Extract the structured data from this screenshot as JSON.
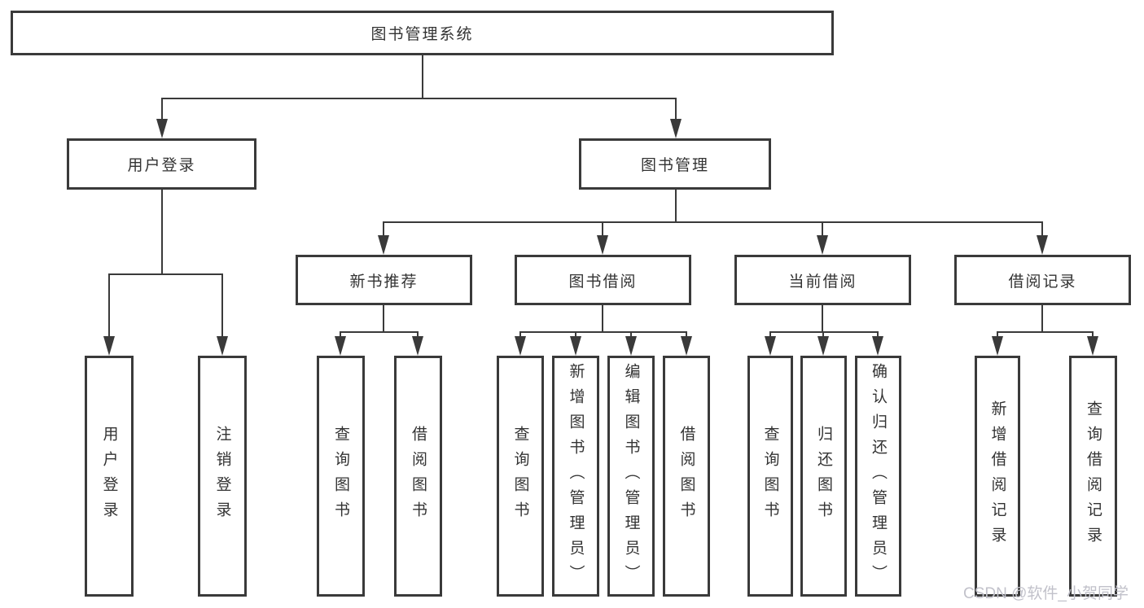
{
  "diagram_type": "hierarchy-tree",
  "colors": {
    "line": "#3a3a3a",
    "text": "#333333",
    "watermark": "#c1c1ca",
    "background": "#ffffff"
  },
  "tree": {
    "root": {
      "label": "图书管理系统"
    },
    "branches": [
      {
        "label": "用户登录",
        "leaves": [
          {
            "label": "用户登录"
          },
          {
            "label": "注销登录"
          }
        ]
      },
      {
        "label": "图书管理",
        "groups": [
          {
            "label": "新书推荐",
            "leaves": [
              {
                "label": "查询图书"
              },
              {
                "label": "借阅图书"
              }
            ]
          },
          {
            "label": "图书借阅",
            "leaves": [
              {
                "label": "查询图书"
              },
              {
                "label": "新增图书（管理员）"
              },
              {
                "label": "编辑图书（管理员）"
              },
              {
                "label": "借阅图书"
              }
            ]
          },
          {
            "label": "当前借阅",
            "leaves": [
              {
                "label": "查询图书"
              },
              {
                "label": "归还图书"
              },
              {
                "label": "确认归还（管理员）"
              }
            ]
          },
          {
            "label": "借阅记录",
            "leaves": [
              {
                "label": "新增借阅记录"
              },
              {
                "label": "查询借阅记录"
              }
            ]
          }
        ]
      }
    ]
  },
  "watermark": {
    "text": "CSDN @软件_小贺同学"
  }
}
